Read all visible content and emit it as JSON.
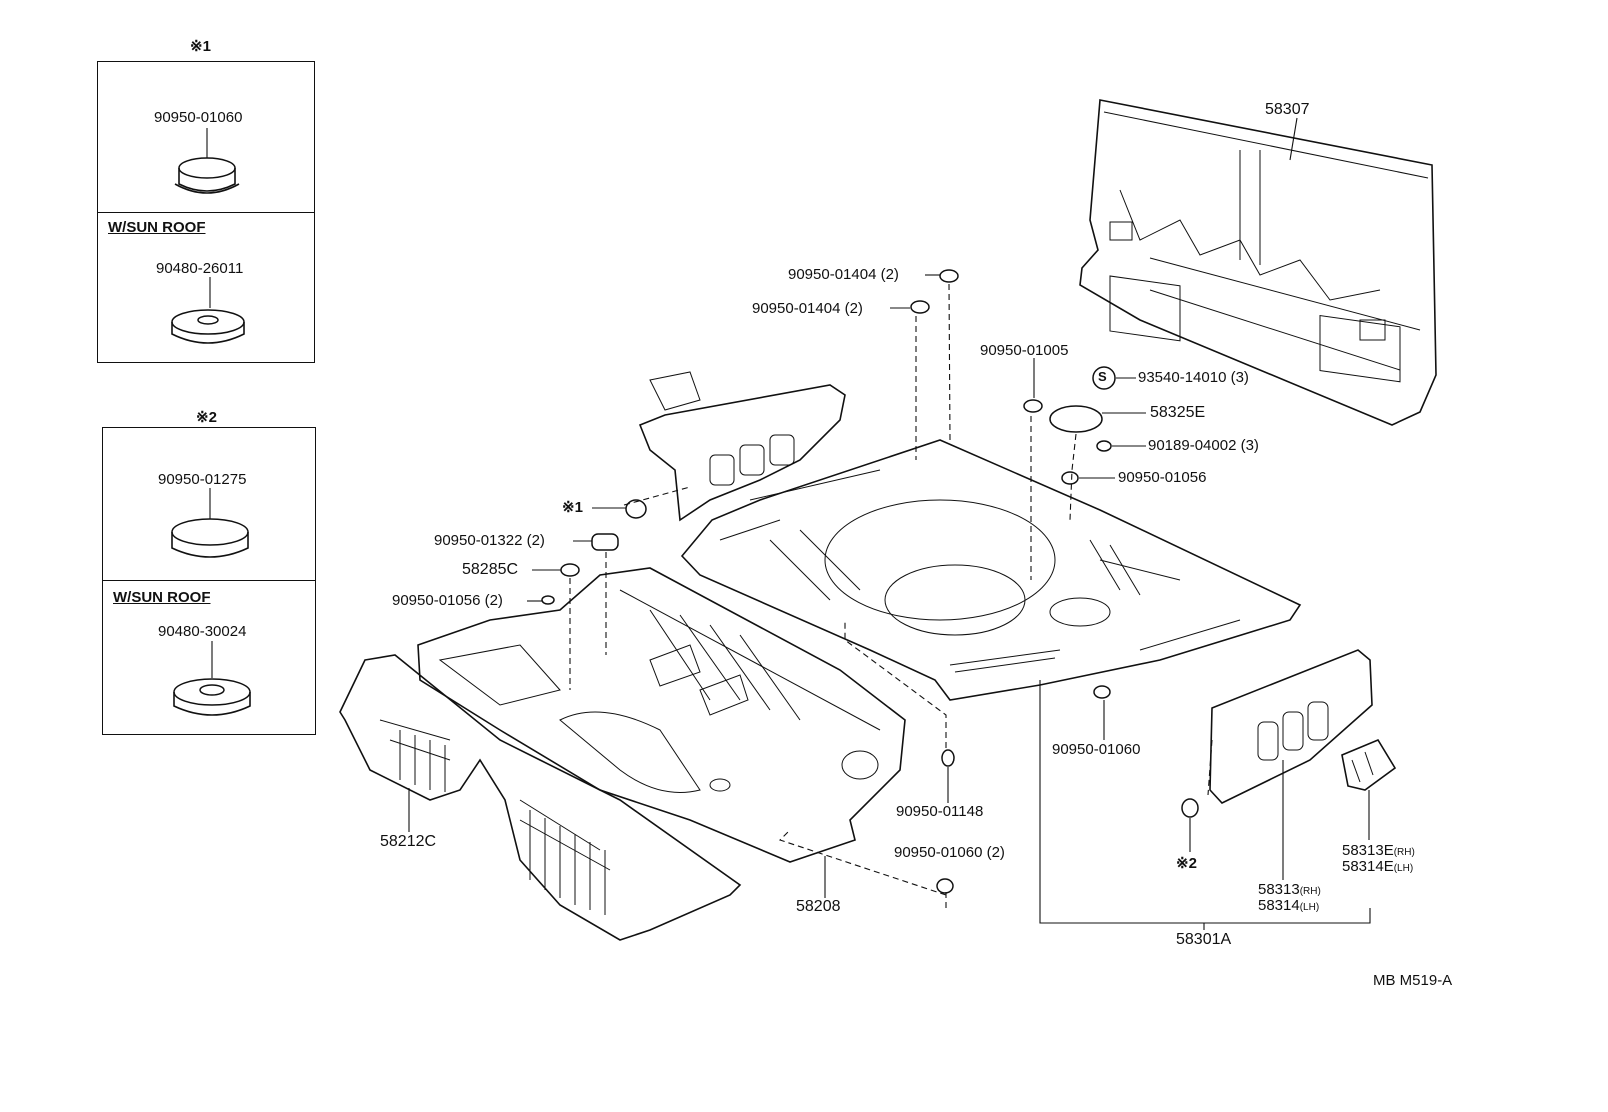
{
  "drawing_id": "MB M519-A",
  "inset_1": {
    "ref": "※1",
    "part_no": "90950-01060",
    "variant_label": "W/SUN ROOF",
    "variant_part_no": "90480-26011"
  },
  "inset_2": {
    "ref": "※2",
    "part_no": "90950-01275",
    "variant_label": "W/SUN ROOF",
    "variant_part_no": "90480-30024"
  },
  "callouts": {
    "c58307": "58307",
    "c9095001404a": "90950-01404 (2)",
    "c9095001404b": "90950-01404 (2)",
    "c9095001005": "90950-01005",
    "c9354014010": "93540-14010 (3)",
    "c58325e": "58325E",
    "c9018904002": "90189-04002 (3)",
    "c9095001056a": "90950-01056",
    "ref1": "※1",
    "c9095001322": "90950-01322 (2)",
    "c58285c": "58285C",
    "c9095001056b": "90950-01056 (2)",
    "c9095001060a": "90950-01060",
    "c9095001148": "90950-01148",
    "c9095001060b": "90950-01060 (2)",
    "c58212c": "58212C",
    "c58208": "58208",
    "ref2": "※2",
    "c58313": "58313",
    "c58313_side": "(RH)",
    "c58314": "58314",
    "c58314_side": "(LH)",
    "c58313e": "58313E",
    "c58313e_side": "(RH)",
    "c58314e": "58314E",
    "c58314e_side": "(LH)",
    "c58301a": "58301A",
    "s_symbol": "S"
  }
}
